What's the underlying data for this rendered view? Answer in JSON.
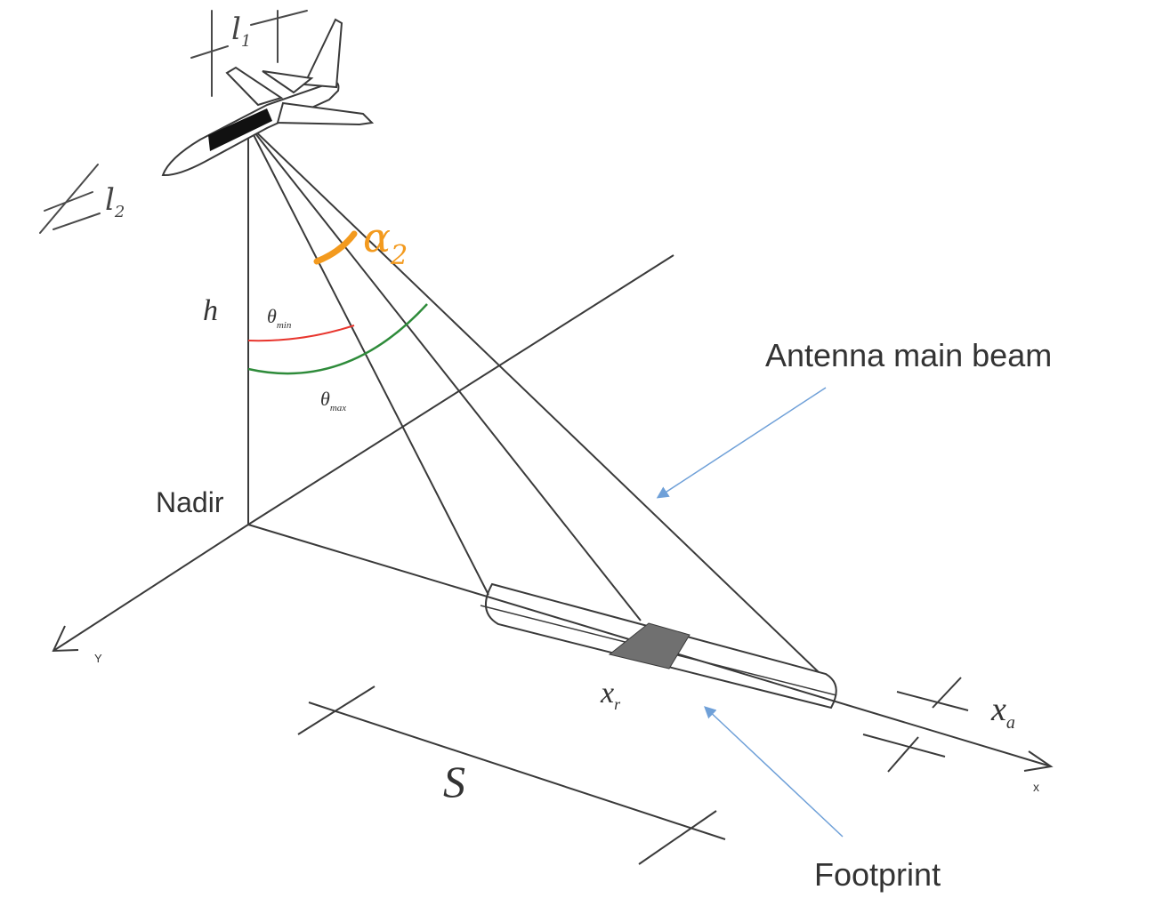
{
  "labels": {
    "h": "h",
    "theta_min": "θ",
    "theta_min_sub": "min",
    "theta_max": "θ",
    "theta_max_sub": "max",
    "nadir": "Nadir",
    "antenna_main_beam": "Antenna main beam",
    "footprint": "Footprint",
    "x_r": "x",
    "x_r_sub": "r",
    "x_a": "x",
    "x_a_sub": "a",
    "S": "S",
    "axis_x": "x",
    "axis_y": "Y"
  },
  "annotations": {
    "l1": "l",
    "l1_sub": "1",
    "l2": "l",
    "l2_sub": "2",
    "alpha2": "α",
    "alpha2_sub": "2"
  },
  "colors": {
    "ink": "#3a3a3a",
    "theta_min_arc": "#e8362e",
    "theta_max_arc": "#2e8b3a",
    "alpha_annotation": "#f39a1e",
    "pointer_arrows": "#6fa0d8",
    "footprint_cell": "#707070"
  }
}
